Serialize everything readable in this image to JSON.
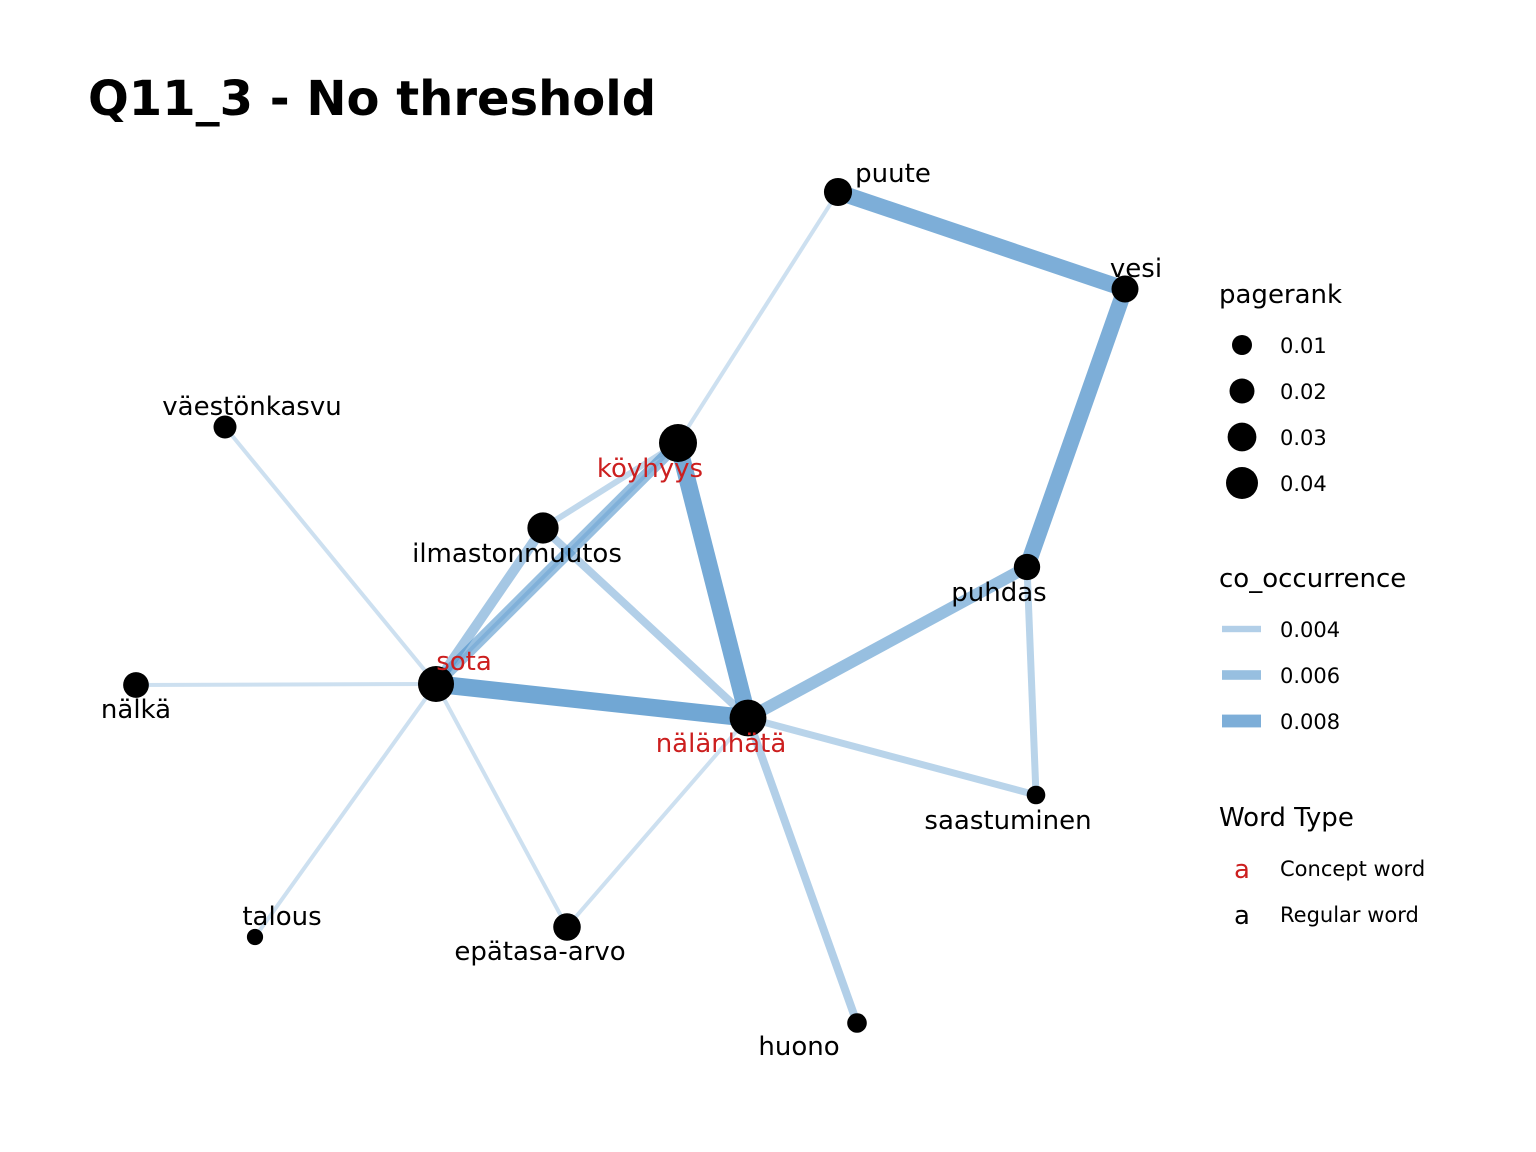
{
  "title": "Q11_3 - No threshold",
  "colors": {
    "concept": "#cc1f1f",
    "regular": "#000000",
    "edge": "#3f88c5"
  },
  "nodes": [
    {
      "id": "puute",
      "label": "puute",
      "type": "regular",
      "pagerank": 0.018
    },
    {
      "id": "vesi",
      "label": "vesi",
      "type": "regular",
      "pagerank": 0.016
    },
    {
      "id": "vaestonkasvu",
      "label": "väestönkasvu",
      "type": "regular",
      "pagerank": 0.01
    },
    {
      "id": "koyhyys",
      "label": "köyhyys",
      "type": "concept",
      "pagerank": 0.04
    },
    {
      "id": "ilmastonmuutos",
      "label": "ilmastonmuutos",
      "type": "regular",
      "pagerank": 0.024
    },
    {
      "id": "puhdas",
      "label": "puhdas",
      "type": "regular",
      "pagerank": 0.015
    },
    {
      "id": "sota",
      "label": "sota",
      "type": "concept",
      "pagerank": 0.035
    },
    {
      "id": "nalka",
      "label": "nälkä",
      "type": "regular",
      "pagerank": 0.014
    },
    {
      "id": "nalanhata",
      "label": "nälänhätä",
      "type": "concept",
      "pagerank": 0.037
    },
    {
      "id": "saastuminen",
      "label": "saastuminen",
      "type": "regular",
      "pagerank": 0.005
    },
    {
      "id": "talous",
      "label": "talous",
      "type": "regular",
      "pagerank": 0.003
    },
    {
      "id": "epatasa",
      "label": "epätasa-arvo",
      "type": "regular",
      "pagerank": 0.017
    },
    {
      "id": "huono",
      "label": "huono",
      "type": "regular",
      "pagerank": 0.006
    }
  ],
  "edges": [
    {
      "source": "puute",
      "target": "vesi",
      "co_occurrence": 0.008
    },
    {
      "source": "vesi",
      "target": "puhdas",
      "co_occurrence": 0.008
    },
    {
      "source": "puute",
      "target": "koyhyys",
      "co_occurrence": 0.002
    },
    {
      "source": "koyhyys",
      "target": "nalanhata",
      "co_occurrence": 0.0085
    },
    {
      "source": "koyhyys",
      "target": "sota",
      "co_occurrence": 0.006
    },
    {
      "source": "koyhyys",
      "target": "ilmastonmuutos",
      "co_occurrence": 0.003
    },
    {
      "source": "ilmastonmuutos",
      "target": "sota",
      "co_occurrence": 0.005
    },
    {
      "source": "ilmastonmuutos",
      "target": "nalanhata",
      "co_occurrence": 0.004
    },
    {
      "source": "sota",
      "target": "nalanhata",
      "co_occurrence": 0.0088
    },
    {
      "source": "puhdas",
      "target": "nalanhata",
      "co_occurrence": 0.006
    },
    {
      "source": "puhdas",
      "target": "saastuminen",
      "co_occurrence": 0.0035
    },
    {
      "source": "nalanhata",
      "target": "saastuminen",
      "co_occurrence": 0.0035
    },
    {
      "source": "nalanhata",
      "target": "huono",
      "co_occurrence": 0.004
    },
    {
      "source": "nalanhata",
      "target": "epatasa",
      "co_occurrence": 0.002
    },
    {
      "source": "vaestonkasvu",
      "target": "sota",
      "co_occurrence": 0.002
    },
    {
      "source": "nalka",
      "target": "sota",
      "co_occurrence": 0.002
    },
    {
      "source": "talous",
      "target": "sota",
      "co_occurrence": 0.002
    },
    {
      "source": "epatasa",
      "target": "sota",
      "co_occurrence": 0.002
    },
    {
      "source": "sota",
      "target": "koyhyys",
      "co_occurrence": 0.002
    }
  ],
  "legend": {
    "pagerank_title": "pagerank",
    "pagerank_items": [
      {
        "label": "0.01",
        "value": 0.01
      },
      {
        "label": "0.02",
        "value": 0.02
      },
      {
        "label": "0.03",
        "value": 0.03
      },
      {
        "label": "0.04",
        "value": 0.04
      }
    ],
    "co_title": "co_occurrence",
    "co_items": [
      {
        "label": "0.004",
        "value": 0.004
      },
      {
        "label": "0.006",
        "value": 0.006
      },
      {
        "label": "0.008",
        "value": 0.008
      }
    ],
    "type_title": "Word Type",
    "type_items": [
      {
        "key": "a",
        "label": "Concept word",
        "type": "concept"
      },
      {
        "key": "a",
        "label": "Regular word",
        "type": "regular"
      }
    ]
  }
}
